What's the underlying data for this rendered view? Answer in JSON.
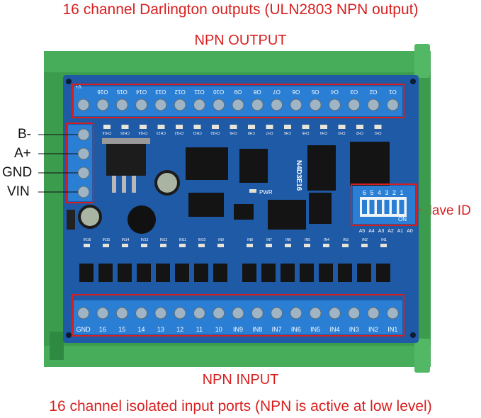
{
  "captions": {
    "top": "16 channel Darlington outputs (ULN2803 NPN output)",
    "output_header": "NPN OUTPUT",
    "input_header": "NPN INPUT",
    "bottom": "16 channel isolated input ports (NPN is active at low level)"
  },
  "power_labels": [
    "B-",
    "A+",
    "GND",
    "VIN"
  ],
  "slave_id_label": "Slave ID",
  "board": {
    "silkscreen_name": "N4D3E16",
    "pwr_label": "PWR",
    "dip_on_label": "ON",
    "dip_numbers": [
      "6",
      "5",
      "4",
      "3",
      "2",
      "1"
    ],
    "address_labels": [
      "A5",
      "A4",
      "A3",
      "A2",
      "A1",
      "A0"
    ],
    "output_terminals": [
      "V+",
      "O16",
      "O15",
      "O14",
      "O13",
      "O12",
      "O11",
      "O10",
      "O9",
      "O8",
      "O7",
      "O6",
      "O5",
      "O4",
      "O3",
      "O2",
      "O1"
    ],
    "input_terminals": [
      "GND",
      "16",
      "15",
      "14",
      "13",
      "12",
      "11",
      "10",
      "IN9",
      "IN8",
      "IN7",
      "IN6",
      "IN5",
      "IN4",
      "IN3",
      "IN2",
      "IN1"
    ],
    "output_led_labels": [
      "CH16",
      "CH15",
      "CH14",
      "CH13",
      "CH12",
      "CH11",
      "CH10",
      "CH9",
      "CH8",
      "CH7",
      "CH6",
      "CH5",
      "CH4",
      "CH3",
      "CH2",
      "CH1"
    ],
    "input_led_labels": [
      "IN16",
      "IN15",
      "IN14",
      "IN13",
      "IN12",
      "IN11",
      "IN10",
      "IN9",
      "IN8",
      "IN7",
      "IN6",
      "IN5",
      "IN4",
      "IN3",
      "IN2",
      "IN1"
    ]
  },
  "colors": {
    "caption_red": "#d81f1f",
    "pcb_blue": "#1f5aa6",
    "terminal_blue": "#2a7fd4",
    "rail_green": "#3c9c4e",
    "highlight_box": "#d81f1f"
  }
}
